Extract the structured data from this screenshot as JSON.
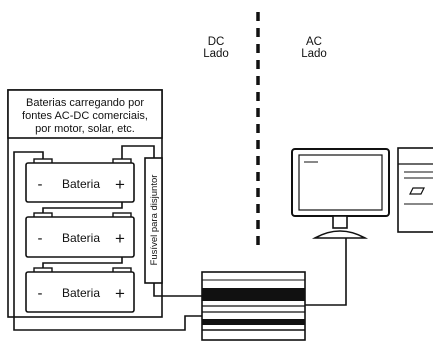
{
  "labels": {
    "dc_side_line1": "DC",
    "dc_side_line2": "Lado",
    "ac_side_line1": "AC",
    "ac_side_line2": "Lado",
    "charging_note_line1": "Baterias carregando por",
    "charging_note_line2": "fontes AC-DC comerciais,",
    "charging_note_line3": "por motor, solar, etc.",
    "fuse": "Fusível para disjuntor"
  },
  "batteries": [
    {
      "label": "Bateria",
      "minus": "-",
      "plus": "+"
    },
    {
      "label": "Bateria",
      "minus": "-",
      "plus": "+"
    },
    {
      "label": "Bateria",
      "minus": "-",
      "plus": "+"
    }
  ],
  "icons": [
    "battery-icon",
    "fuse-icon",
    "inverter-icon",
    "monitor-icon",
    "computer-tower-icon"
  ]
}
